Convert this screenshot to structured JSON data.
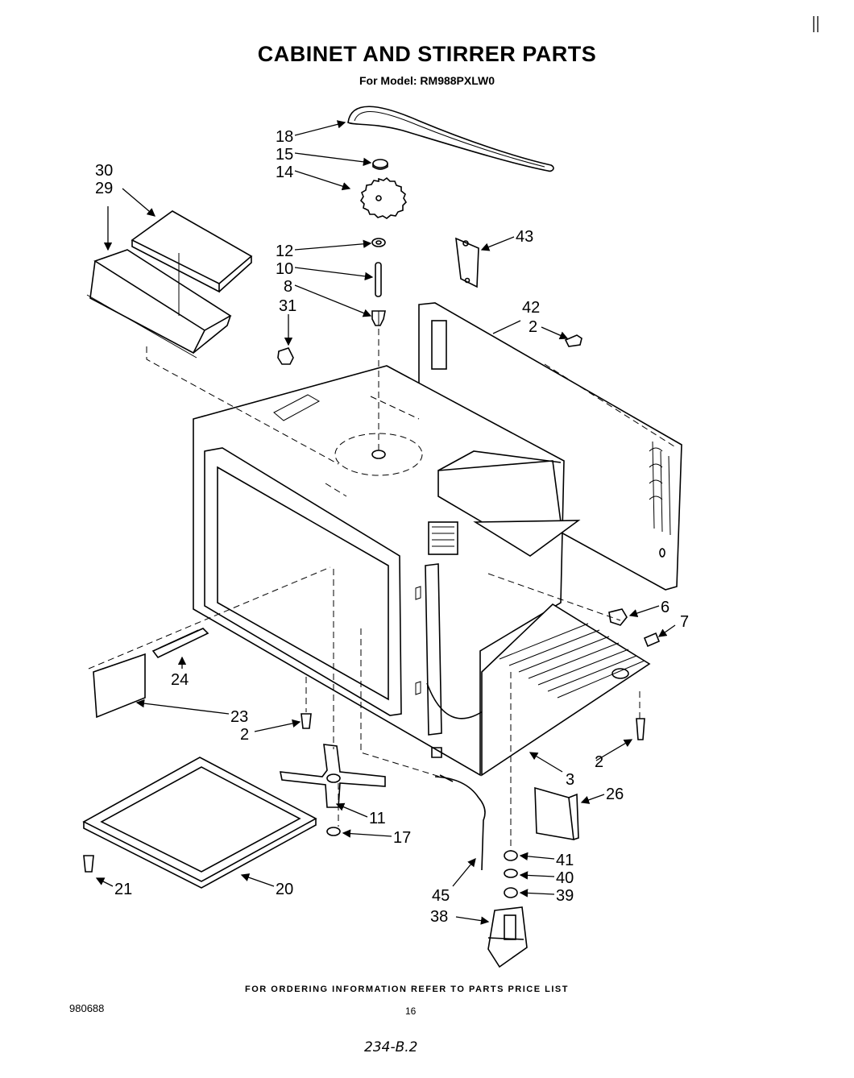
{
  "header": {
    "title": "CABINET AND STIRRER PARTS",
    "subtitle": "For Model: RM988PXLW0"
  },
  "footer": {
    "note": "FOR ORDERING INFORMATION REFER TO PARTS PRICE LIST",
    "doc_number": "980688",
    "page_number": "16",
    "handwritten": "234-B.2"
  },
  "callouts": {
    "c18": "18",
    "c15": "15",
    "c14": "14",
    "c30": "30",
    "c29": "29",
    "c12": "12",
    "c10": "10",
    "c8": "8",
    "c31": "31",
    "c43": "43",
    "c42": "42",
    "c2a": "2",
    "c6": "6",
    "c7": "7",
    "c24": "24",
    "c23": "23",
    "c2b": "2",
    "c2c": "2",
    "c3": "3",
    "c26": "26",
    "c11": "11",
    "c17": "17",
    "c21": "21",
    "c20": "20",
    "c45": "45",
    "c41": "41",
    "c40": "40",
    "c39": "39",
    "c38": "38"
  }
}
